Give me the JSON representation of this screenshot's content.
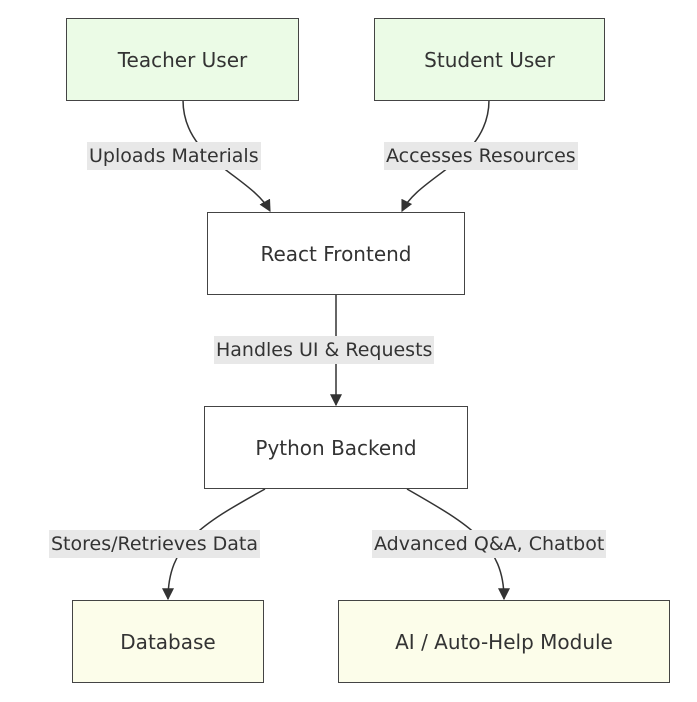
{
  "nodes": {
    "teacher": "Teacher User",
    "student": "Student User",
    "frontend": "React Frontend",
    "backend": "Python Backend",
    "database": "Database",
    "ai": "AI / Auto-Help Module"
  },
  "edges": {
    "teacher_frontend": "Uploads Materials",
    "student_frontend": "Accesses Resources",
    "frontend_backend": "Handles UI & Requests",
    "backend_database": "Stores/Retrieves Data",
    "backend_ai": "Advanced Q&A, Chatbot"
  },
  "colors": {
    "user_fill": "#ebfbe6",
    "service_fill": "#ffffff",
    "endpoint_fill": "#fcfdea",
    "stroke": "#444444",
    "label_bg": "#e8e8e8"
  }
}
